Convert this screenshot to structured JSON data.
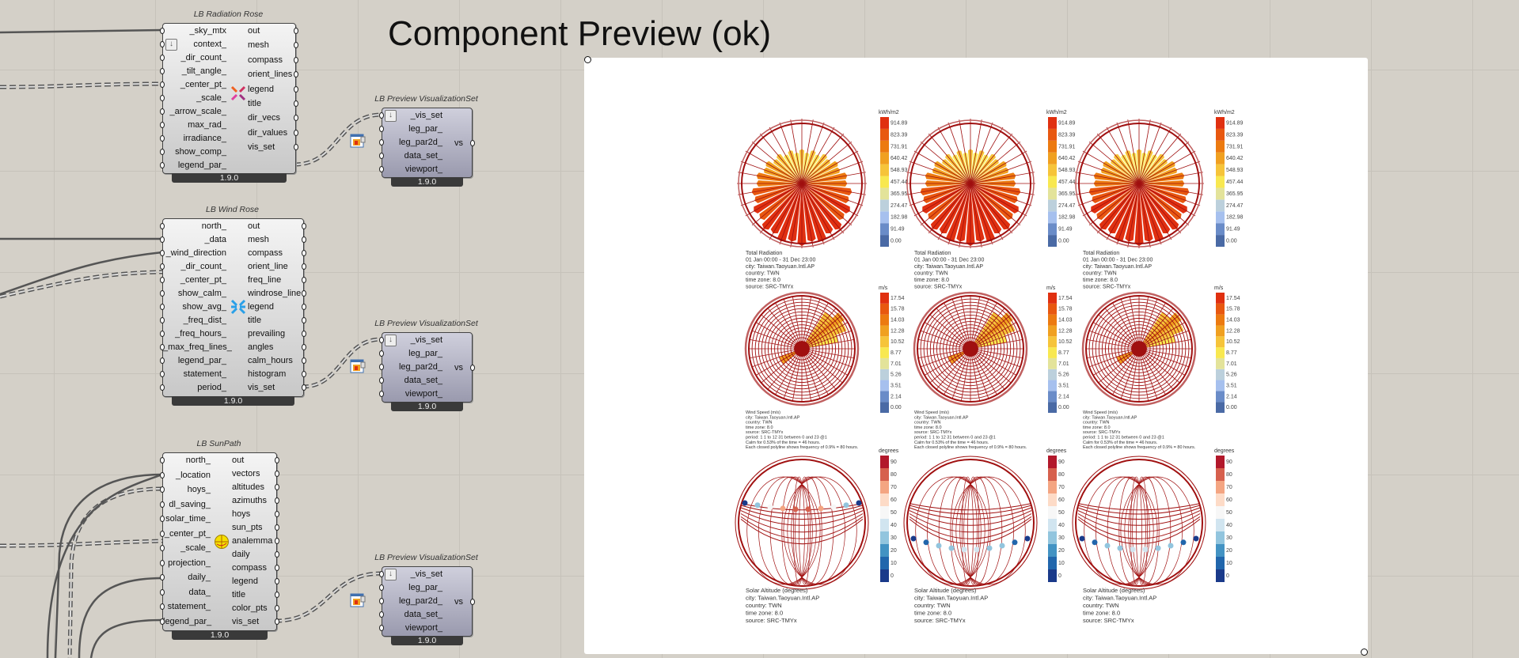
{
  "canvas": {
    "preview_title": "Component Preview (ok)"
  },
  "nodes": [
    {
      "title": "LB Radiation Rose",
      "icon": "radiation-rose-icon",
      "version": "1.9.0",
      "inputs": [
        "_sky_mtx",
        "context_",
        "_dir_count_",
        "_tilt_angle_",
        "_center_pt_",
        "_scale_",
        "_arrow_scale_",
        "max_rad_",
        "irradiance_",
        "show_comp_",
        "legend_par_"
      ],
      "outputs": [
        "out",
        "mesh",
        "compass",
        "orient_lines",
        "legend",
        "title",
        "dir_vecs",
        "dir_values",
        "vis_set"
      ]
    },
    {
      "title": "LB Preview VisualizationSet",
      "icon": "preview-visualization-icon",
      "version": "1.9.0",
      "inputs": [
        "_vis_set",
        "leg_par_",
        "leg_par2d_",
        "data_set_",
        "viewport_"
      ],
      "outputs": [
        "vs"
      ]
    },
    {
      "title": "LB Wind Rose",
      "icon": "wind-rose-icon",
      "version": "1.9.0",
      "inputs": [
        "north_",
        "_data",
        "_wind_direction",
        "_dir_count_",
        "_center_pt_",
        "show_calm_",
        "show_avg_",
        "_freq_dist_",
        "_freq_hours_",
        "_max_freq_lines_",
        "legend_par_",
        "statement_",
        "period_"
      ],
      "outputs": [
        "out",
        "mesh",
        "compass",
        "orient_line",
        "freq_line",
        "windrose_line",
        "legend",
        "title",
        "prevailing",
        "angles",
        "calm_hours",
        "histogram",
        "vis_set"
      ]
    },
    {
      "title": "LB Preview VisualizationSet",
      "icon": "preview-visualization-icon",
      "version": "1.9.0",
      "inputs": [
        "_vis_set",
        "leg_par_",
        "leg_par2d_",
        "data_set_",
        "viewport_"
      ],
      "outputs": [
        "vs"
      ]
    },
    {
      "title": "LB SunPath",
      "icon": "sunpath-icon",
      "version": "1.9.0",
      "inputs": [
        "north_",
        "_location",
        "hoys_",
        "dl_saving_",
        "solar_time_",
        "_center_pt_",
        "_scale_",
        "projection_",
        "daily_",
        "data_",
        "statement_",
        "legend_par_"
      ],
      "outputs": [
        "out",
        "vectors",
        "altitudes",
        "azimuths",
        "hoys",
        "sun_pts",
        "analemma",
        "daily",
        "compass",
        "legend",
        "title",
        "color_pts",
        "vis_set"
      ]
    },
    {
      "title": "LB Preview VisualizationSet",
      "icon": "preview-visualization-icon",
      "version": "1.9.0",
      "inputs": [
        "_vis_set",
        "leg_par_",
        "leg_par2d_",
        "data_set_",
        "viewport_"
      ],
      "outputs": [
        "vs"
      ]
    }
  ],
  "preview": {
    "radiation": {
      "legend_title": "kWh/m2",
      "legend_values": [
        "0.00",
        "91.49",
        "182.98",
        "274.47",
        "365.95",
        "457.44",
        "548.93",
        "640.42",
        "731.91",
        "823.39",
        "914.89"
      ],
      "colors": [
        "#4a6aa5",
        "#6a8cc8",
        "#a6c0ee",
        "#bcd0dc",
        "#e3e39a",
        "#f8e850",
        "#f6c43a",
        "#f0a020",
        "#ec7a10",
        "#e85810",
        "#e03010"
      ],
      "caption": [
        "Total Radiation",
        "01 Jan 00:00 - 31 Dec 23:00",
        "city: Taiwan.Taoyuan.Intl.AP",
        "country: TWN",
        "time zone: 8.0",
        "source: SRC-TMYx"
      ]
    },
    "wind": {
      "legend_title": "m/s",
      "legend_values": [
        "0.00",
        "2.14",
        "3.51",
        "5.26",
        "7.01",
        "8.77",
        "10.52",
        "12.28",
        "14.03",
        "15.78",
        "17.54"
      ],
      "colors": [
        "#4a6aa5",
        "#6a8cc8",
        "#a6c0ee",
        "#bcd0dc",
        "#e3e39a",
        "#f8e850",
        "#f6c43a",
        "#f0a020",
        "#ec7a10",
        "#e85810",
        "#e03010"
      ],
      "caption": [
        "Wind Speed (m/s)",
        "city: Taiwan.Taoyuan.Intl.AP",
        "country: TWN",
        "time zone: 8.0",
        "source: SRC-TMYx",
        "period: 1 1 to 12 31 between 0 and 23 @1",
        "Calm for 0.53% of the time = 46 hours.",
        "Each closed polyline shows frequency of 0.9% = 80 hours."
      ]
    },
    "sunpath": {
      "legend_title": "degrees",
      "legend_values": [
        "0",
        "10",
        "20",
        "30",
        "40",
        "50",
        "60",
        "70",
        "80",
        "90"
      ],
      "colors": [
        "#1a3a8a",
        "#2166ac",
        "#4393c3",
        "#92c5de",
        "#d1e5f0",
        "#f7f7f7",
        "#fddbc7",
        "#f4a582",
        "#d6604d",
        "#b2182b"
      ],
      "caption": [
        "Solar Altitude (degrees)",
        "city: Taiwan.Taoyuan.Intl.AP",
        "country: TWN",
        "time zone: 8.0",
        "source: SRC-TMYx"
      ]
    }
  }
}
